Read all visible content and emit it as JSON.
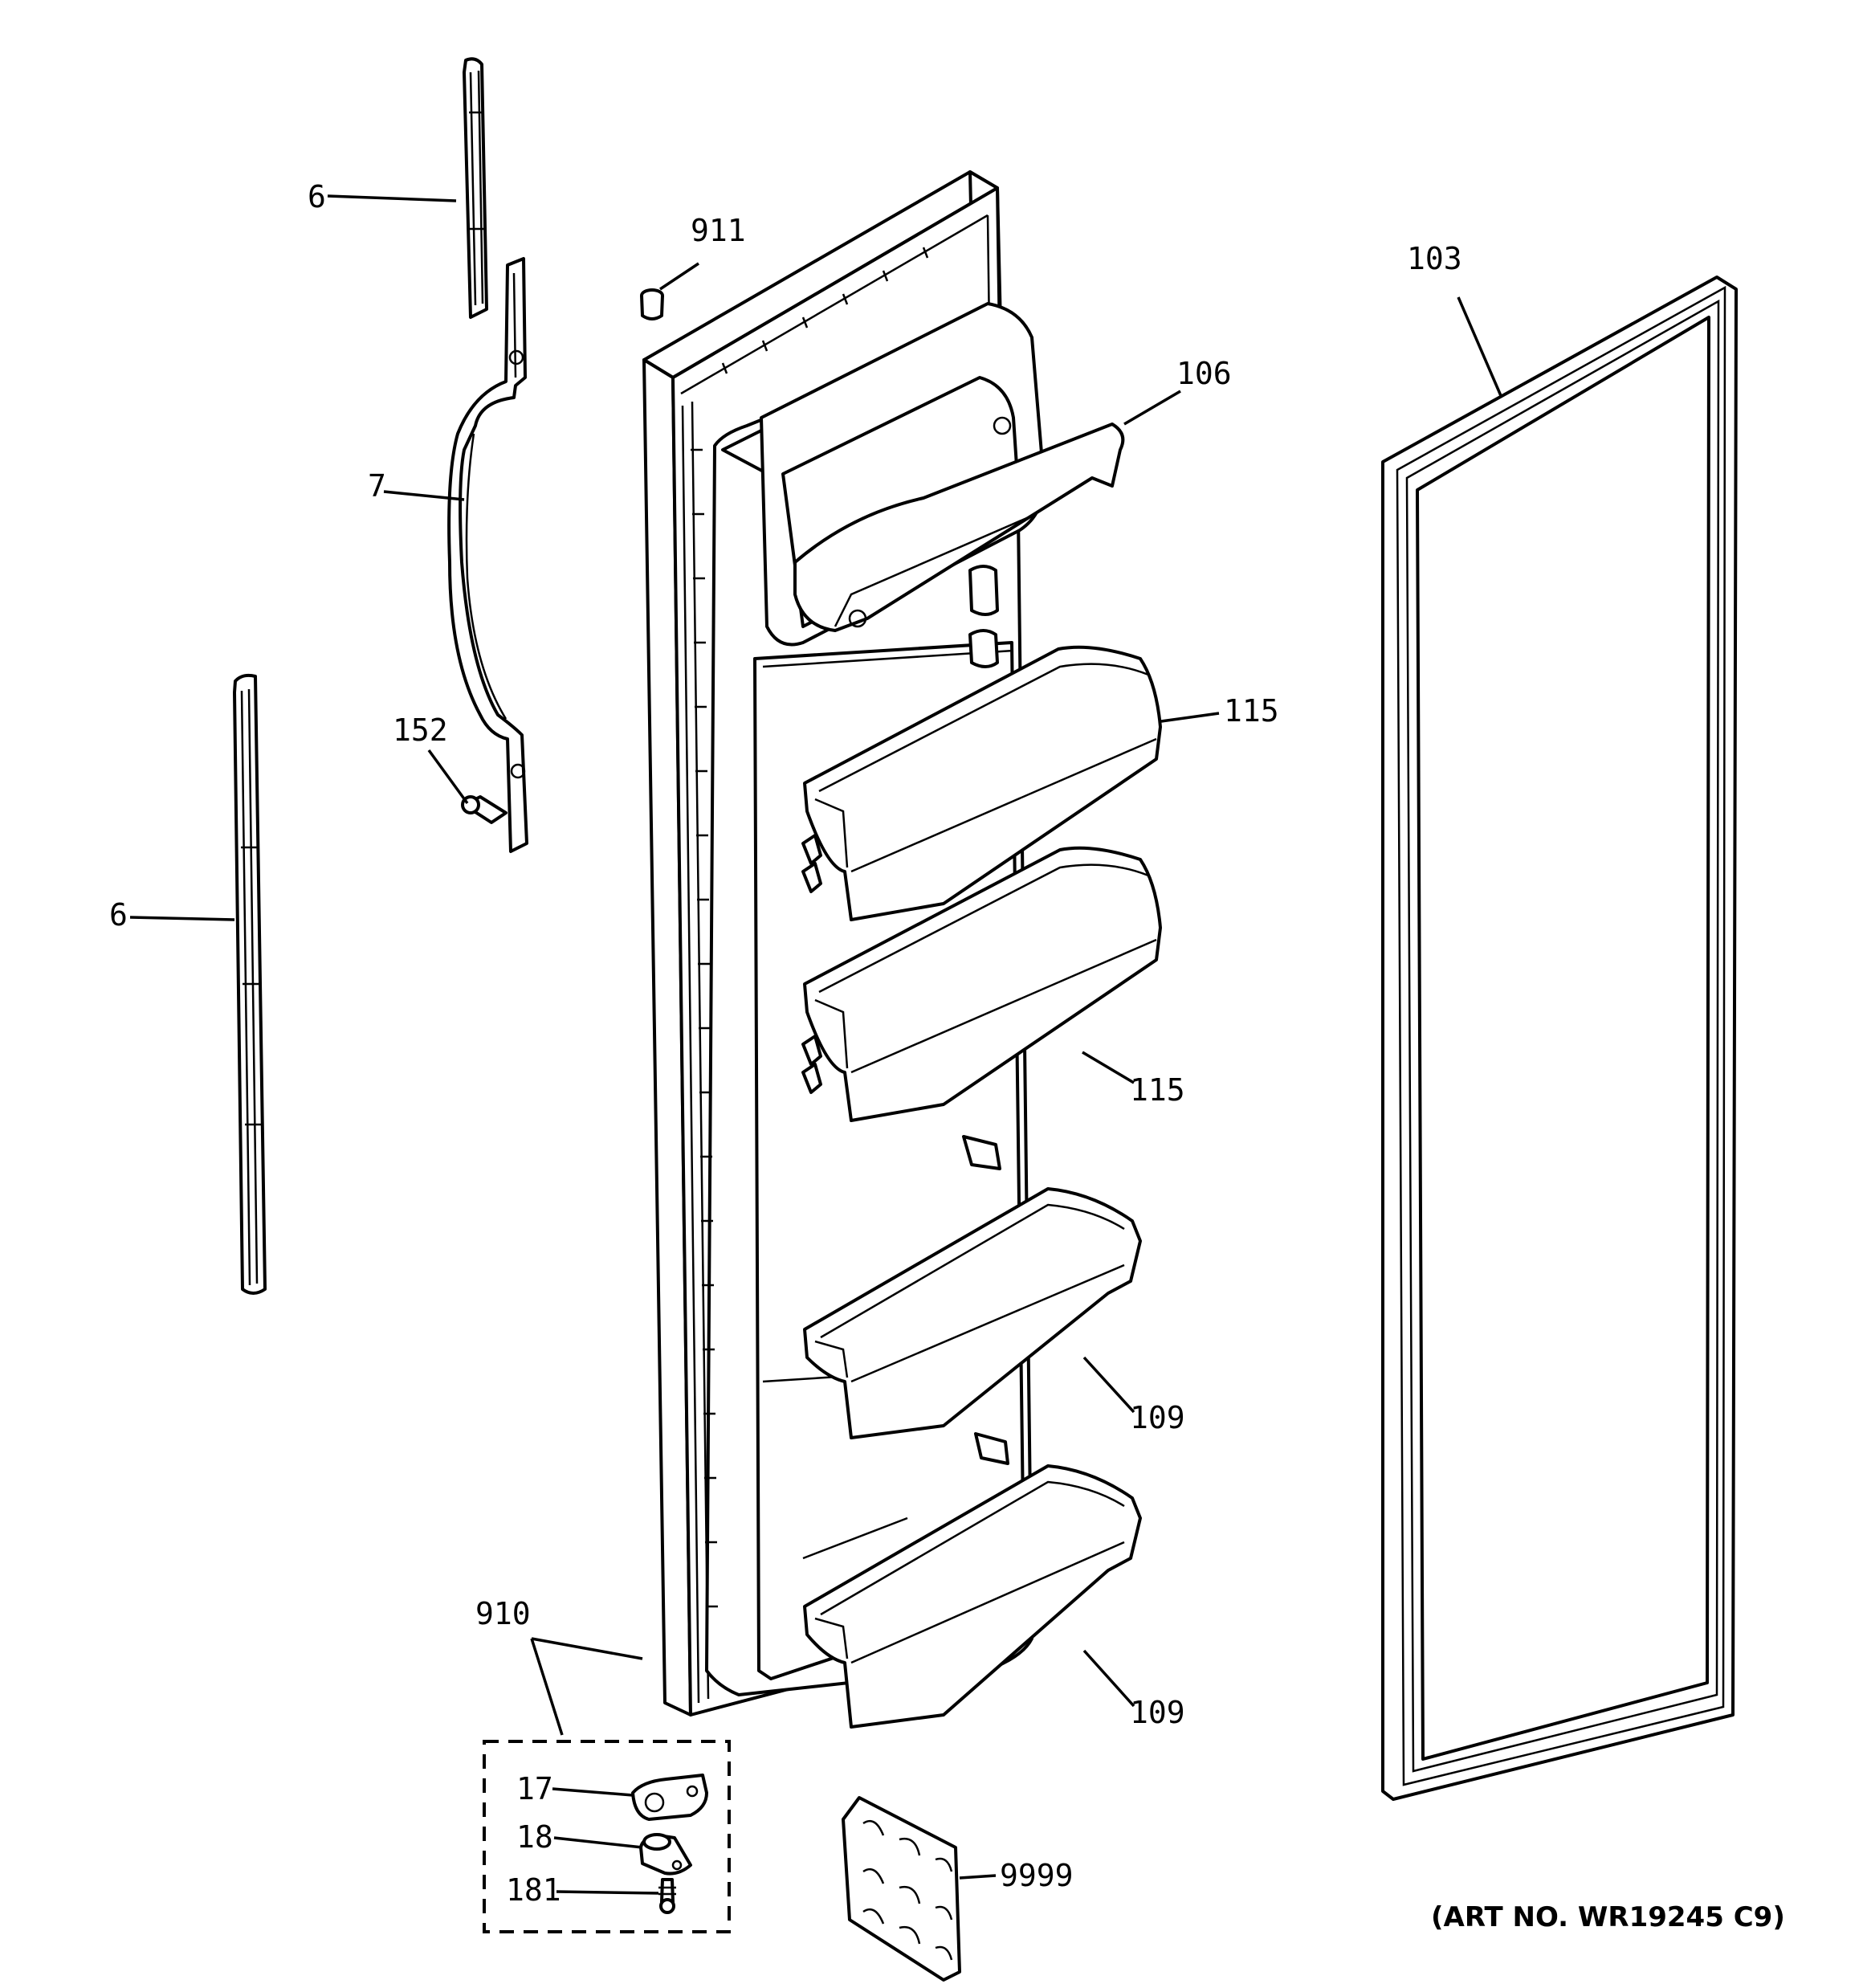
{
  "labels": {
    "trim_top": "6",
    "cap": "911",
    "gasket": "103",
    "bin_top": "106",
    "handle": "7",
    "shelf_upper": "115",
    "screw": "152",
    "trim_side": "6",
    "shelf_mid": "115",
    "bin_lower_a": "109",
    "door": "910",
    "bin_lower_b": "109",
    "hinge_plate": "17",
    "hinge_bushing": "18",
    "hinge_screw": "181",
    "egg_tray": "9999"
  },
  "art_no": "(ART NO. WR19245 C9)"
}
